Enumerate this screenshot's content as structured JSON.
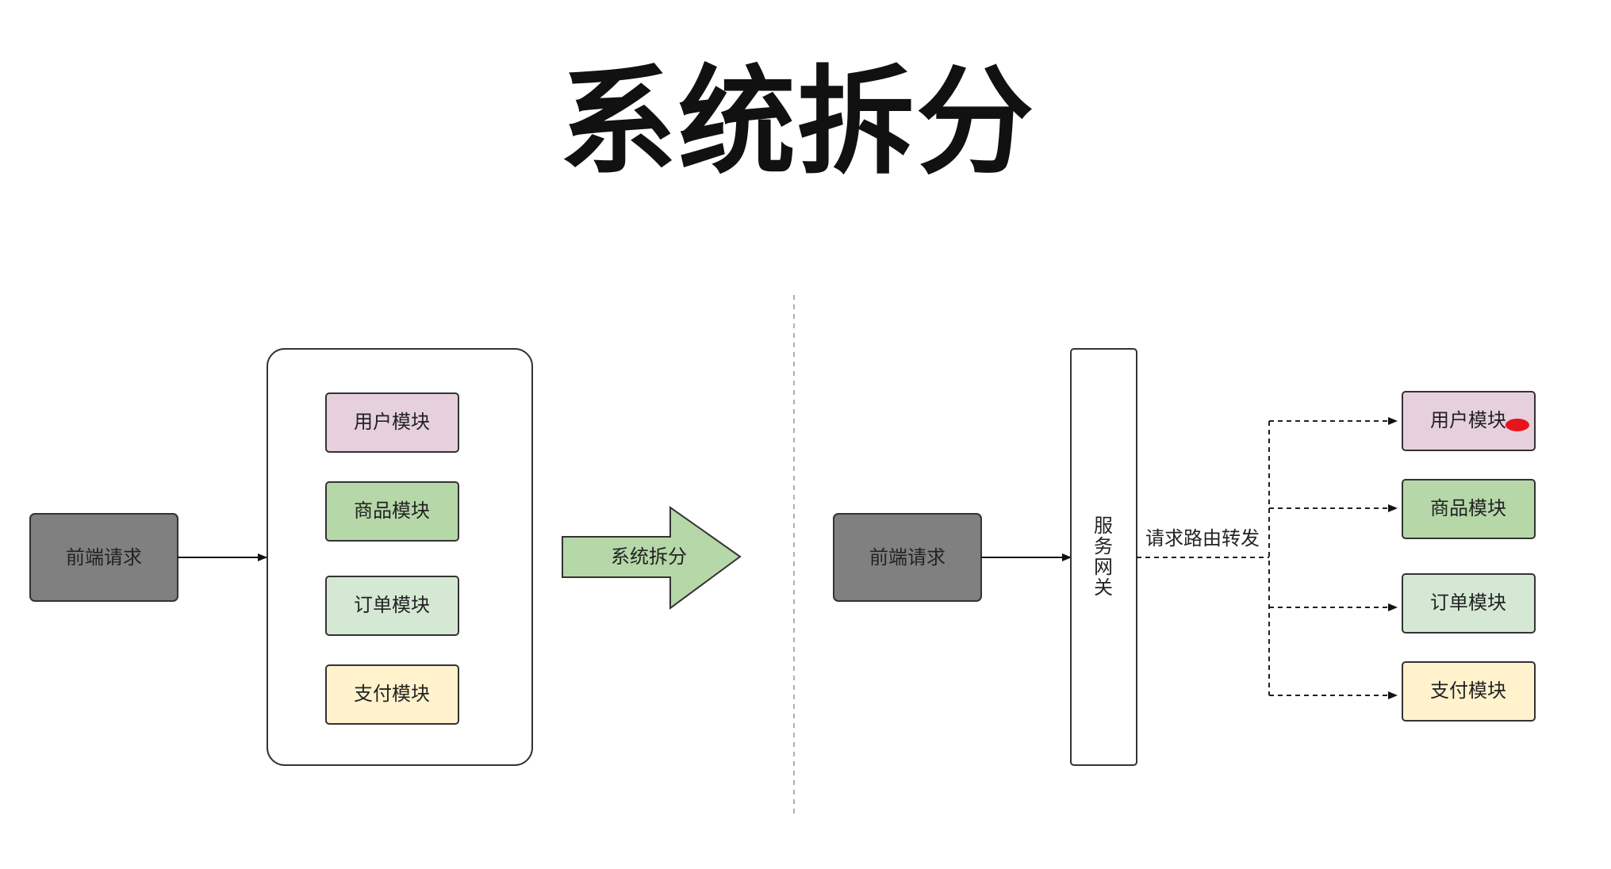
{
  "title": "系统拆分",
  "left": {
    "request": "前端请求",
    "modules": [
      "用户模块",
      "商品模块",
      "订单模块",
      "支付模块"
    ]
  },
  "arrow_label": "系统拆分",
  "right": {
    "request": "前端请求",
    "gateway": [
      "服",
      "务",
      "网",
      "关"
    ],
    "route_label": "请求路由转发",
    "modules": [
      "用户模块",
      "商品模块",
      "订单模块",
      "支付模块"
    ]
  },
  "colors": {
    "request_fill": "#808080",
    "user_module": "#e6d0de",
    "product_module": "#b6d7a8",
    "order_module": "#d5e8d4",
    "payment_module": "#fff2cc",
    "big_arrow": "#b6d7a8",
    "stroke": "#333333",
    "pointer_marker": "#e8141b"
  }
}
